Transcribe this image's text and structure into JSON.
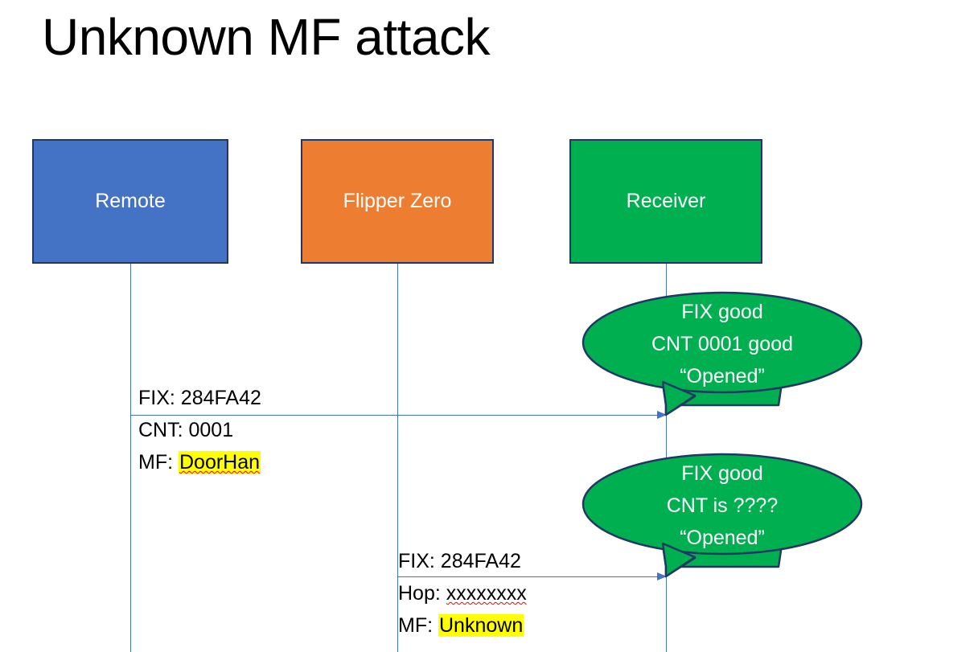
{
  "slide": {
    "title": "Unknown MF attack",
    "background": "#ffffff"
  },
  "colors": {
    "remote_fill": "#4472C4",
    "flipper_fill": "#ED7D31",
    "receiver_fill": "#00B050",
    "box_border": "#1F3864",
    "lifeline": "#4472C4",
    "arrow": "#4472C4",
    "bubble_fill": "#00B050",
    "bubble_border": "#1F3864",
    "highlight": "#FFFF00",
    "spellcheck_underline": "#FF0000",
    "text_dark": "#000000",
    "text_light": "#FFFFFF"
  },
  "actors": [
    {
      "id": "remote",
      "label": "Remote"
    },
    {
      "id": "flipper",
      "label": "Flipper Zero"
    },
    {
      "id": "receiver",
      "label": "Receiver"
    }
  ],
  "messages": [
    {
      "id": "msg-1",
      "from": "remote",
      "to": "receiver",
      "lines": [
        {
          "prefix": "FIX: ",
          "value": "284FA42",
          "highlight": false,
          "spellcheck": false
        },
        {
          "prefix": "CNT: ",
          "value": "0001",
          "highlight": false,
          "spellcheck": false
        },
        {
          "prefix": "MF: ",
          "value": "DoorHan",
          "highlight": true,
          "spellcheck": true
        }
      ]
    },
    {
      "id": "msg-2",
      "from": "flipper",
      "to": "receiver",
      "lines": [
        {
          "prefix": "FIX: ",
          "value": "284FA42",
          "highlight": false,
          "spellcheck": false
        },
        {
          "prefix": "Hop: ",
          "value": "xxxxxxxx",
          "highlight": false,
          "spellcheck": true
        },
        {
          "prefix": "MF: ",
          "value": "Unknown",
          "highlight": true,
          "spellcheck": false
        }
      ]
    }
  ],
  "bubbles": [
    {
      "id": "bubble-1",
      "owner": "receiver",
      "lines": [
        "FIX good",
        "CNT 0001 good",
        "“Opened”"
      ]
    },
    {
      "id": "bubble-2",
      "owner": "receiver",
      "lines": [
        "FIX good",
        "CNT is ????",
        "“Opened”"
      ]
    }
  ]
}
